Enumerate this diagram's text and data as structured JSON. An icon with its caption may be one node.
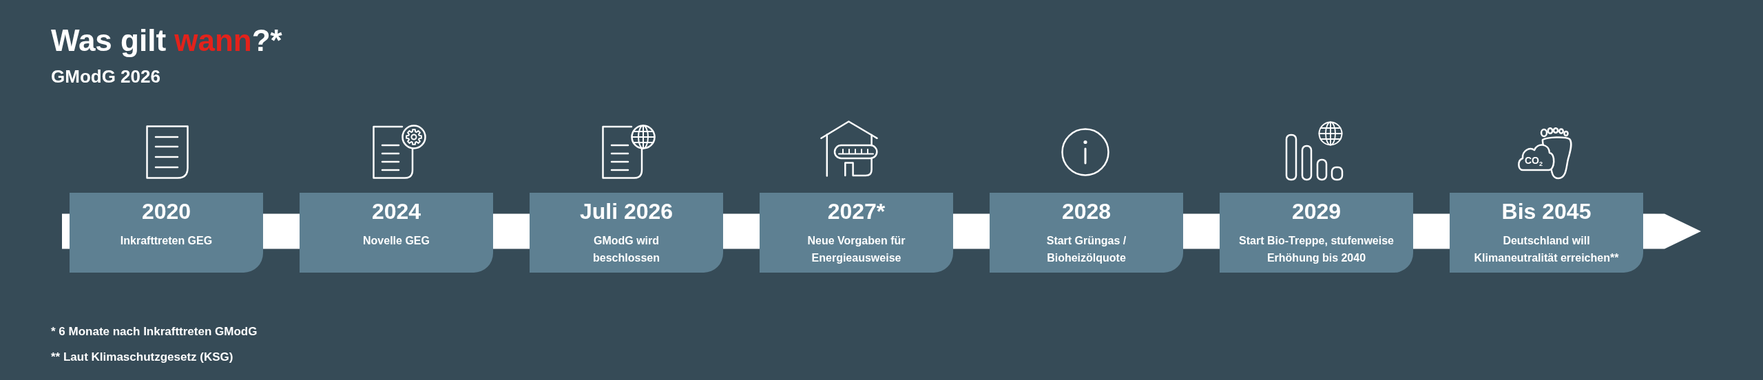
{
  "diagram": {
    "title": "Was gilt **wann**?*",
    "nodes": [
      {
        "text": [
          "2020",
          "Inkrafttreten GEG"
        ]
      },
      {
        "text": [
          "2024",
          "Novelle GEG"
        ]
      },
      {
        "text": [
          "Juli 2026",
          "GModG wird beschlossen"
        ]
      },
      {
        "text": [
          "2027*",
          "Neue Vorgaben für Energieausweise"
        ]
      },
      {
        "text": [
          "2028",
          "Start Grüngas / Bioheizölquote"
        ]
      },
      {
        "text": [
          "2029",
          "Start Bio-Treppe, stufenweise Erhöhung bis 2040"
        ]
      },
      {
        "text": [
          "Bis 2045",
          "Deutschland will Klimaneutralität erreichen**"
        ]
      }
    ],
    "edges": [
      {
        "from": null,
        "to": 0,
        "arrow": "none"
      },
      {
        "from": 0,
        "to": 1,
        "arrow": "none"
      },
      {
        "from": 1,
        "to": 2,
        "arrow": "none"
      },
      {
        "from": 2,
        "to": 3,
        "arrow": "none"
      },
      {
        "from": 3,
        "to": 4,
        "arrow": "none"
      },
      {
        "from": 4,
        "to": 5,
        "arrow": "none"
      },
      {
        "from": 5,
        "to": 6,
        "arrow": "none"
      },
      {
        "from": 6,
        "to": null,
        "arrow": "to"
      }
    ],
    "labels": [
      "GModG 2026",
      "CO$_{2}$",
      "* 6 Monate nach Inkrafttreten GModG",
      "** Laut Klimaschutzgesetz (KSG)"
    ]
  }
}
